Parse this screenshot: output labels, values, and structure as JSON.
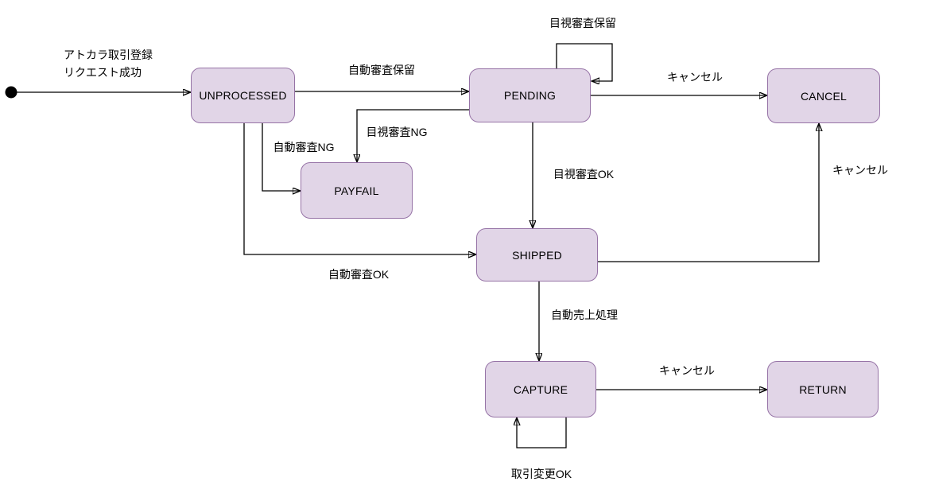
{
  "diagram": {
    "type": "state-machine",
    "colors": {
      "background": "#ffffff",
      "node_fill": "#e1d5e7",
      "node_border": "#9673a6",
      "node_text": "#000000",
      "edge": "#000000",
      "label_text": "#000000"
    },
    "start_node": {
      "shape": "filled-circle"
    },
    "nodes": {
      "unprocessed": {
        "label": "UNPROCESSED"
      },
      "pending": {
        "label": "PENDING"
      },
      "cancel": {
        "label": "CANCEL"
      },
      "payfail": {
        "label": "PAYFAIL"
      },
      "shipped": {
        "label": "SHIPPED"
      },
      "capture": {
        "label": "CAPTURE"
      },
      "return": {
        "label": "RETURN"
      }
    },
    "edge_labels": {
      "start_unprocessed_line1": "アトカラ取引登録",
      "start_unprocessed_line2": "リクエスト成功",
      "unprocessed_pending": "自動審査保留",
      "pending_self": "目視審査保留",
      "pending_cancel": "キャンセル",
      "unprocessed_payfail": "自動審査NG",
      "pending_payfail": "目視審査NG",
      "pending_shipped": "目視審査OK",
      "unprocessed_shipped": "自動審査OK",
      "shipped_cancel": "キャンセル",
      "shipped_capture": "自動売上処理",
      "capture_return": "キャンセル",
      "capture_self": "取引変更OK"
    },
    "transitions": [
      {
        "from": "start",
        "to": "UNPROCESSED",
        "label": "アトカラ取引登録 リクエスト成功"
      },
      {
        "from": "UNPROCESSED",
        "to": "PENDING",
        "label": "自動審査保留"
      },
      {
        "from": "PENDING",
        "to": "PENDING",
        "label": "目視審査保留"
      },
      {
        "from": "PENDING",
        "to": "CANCEL",
        "label": "キャンセル"
      },
      {
        "from": "UNPROCESSED",
        "to": "PAYFAIL",
        "label": "自動審査NG"
      },
      {
        "from": "PENDING",
        "to": "PAYFAIL",
        "label": "目視審査NG"
      },
      {
        "from": "PENDING",
        "to": "SHIPPED",
        "label": "目視審査OK"
      },
      {
        "from": "UNPROCESSED",
        "to": "SHIPPED",
        "label": "自動審査OK"
      },
      {
        "from": "SHIPPED",
        "to": "CANCEL",
        "label": "キャンセル"
      },
      {
        "from": "SHIPPED",
        "to": "CAPTURE",
        "label": "自動売上処理"
      },
      {
        "from": "CAPTURE",
        "to": "RETURN",
        "label": "キャンセル"
      },
      {
        "from": "CAPTURE",
        "to": "CAPTURE",
        "label": "取引変更OK"
      }
    ]
  }
}
